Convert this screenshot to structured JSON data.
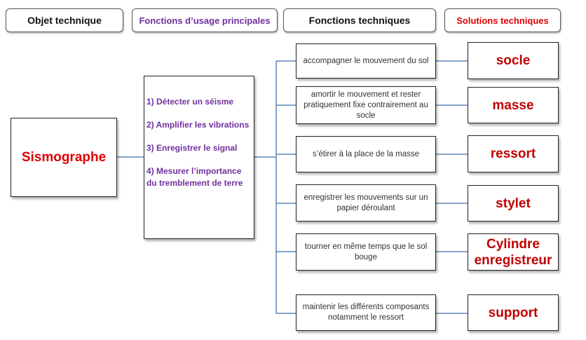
{
  "headers": {
    "objet": "Objet technique",
    "usage": "Fonctions d’usage principales",
    "techniques": "Fonctions techniques",
    "solutions": "Solutions techniques"
  },
  "objet_technique": "Sismographe",
  "fonctions_usage": [
    "1) Détecter un séisme",
    "2)  Amplifier les vibrations",
    "3) Enregistrer le signal",
    "4) Mesurer l’importance du tremblement de terre"
  ],
  "rows": [
    {
      "fonction": "accompagner le mouvement du sol",
      "solution": "socle"
    },
    {
      "fonction": "amortir le mouvement et rester pratiquement fixe contrairement au socle",
      "solution": "masse"
    },
    {
      "fonction": "s’étirer à la place de la masse",
      "solution": "ressort"
    },
    {
      "fonction": "enregistrer les mouvements sur un papier déroulant",
      "solution": "stylet"
    },
    {
      "fonction": "tourner en même temps que le sol bouge",
      "solution": "Cylindre enregistreur"
    },
    {
      "fonction": "maintenir les différents composants notamment le ressort",
      "solution": "support"
    }
  ],
  "colors": {
    "connector": "#5b86b5",
    "objet_text": "#e00000",
    "usage_text": "#7030a0",
    "solution_text": "#c00000"
  }
}
